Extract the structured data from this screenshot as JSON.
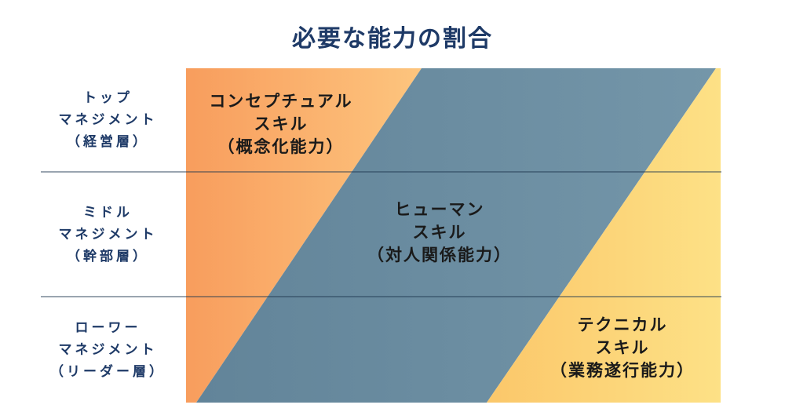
{
  "title": "必要な能力の割合",
  "sidebar": {
    "rows": [
      {
        "id": "top-management",
        "lines": [
          "トップ",
          "マネジメント",
          "（経営層）"
        ]
      },
      {
        "id": "middle-management",
        "lines": [
          "ミドル",
          "マネジメント",
          "（幹部層）"
        ]
      },
      {
        "id": "lower-management",
        "lines": [
          "ローワー",
          "マネジメント",
          "（リーダー層）"
        ]
      }
    ]
  },
  "chart": {
    "type": "stacked-diagonal-band-diagram",
    "regions": [
      {
        "id": "conceptual-skill",
        "lines": [
          "コンセプチュアル",
          "スキル",
          "（概念化能力）"
        ]
      },
      {
        "id": "human-skill",
        "lines": [
          "ヒューマン",
          "スキル",
          "（対人関係能力）"
        ]
      },
      {
        "id": "technical-skill",
        "lines": [
          "テクニカル",
          "スキル",
          "（業務遂行能力）"
        ]
      }
    ]
  },
  "colors": {
    "navy": "#1e3a67",
    "ink": "#1a1a1a",
    "line": "rgba(32,56,80,0.45)",
    "orange_dark": "#f89d5d",
    "orange_light": "#fdc57e",
    "blue_dark": "#628499",
    "blue_light": "#7496a9",
    "yellow_dark": "#fbc76a",
    "yellow_light": "#fde186"
  }
}
